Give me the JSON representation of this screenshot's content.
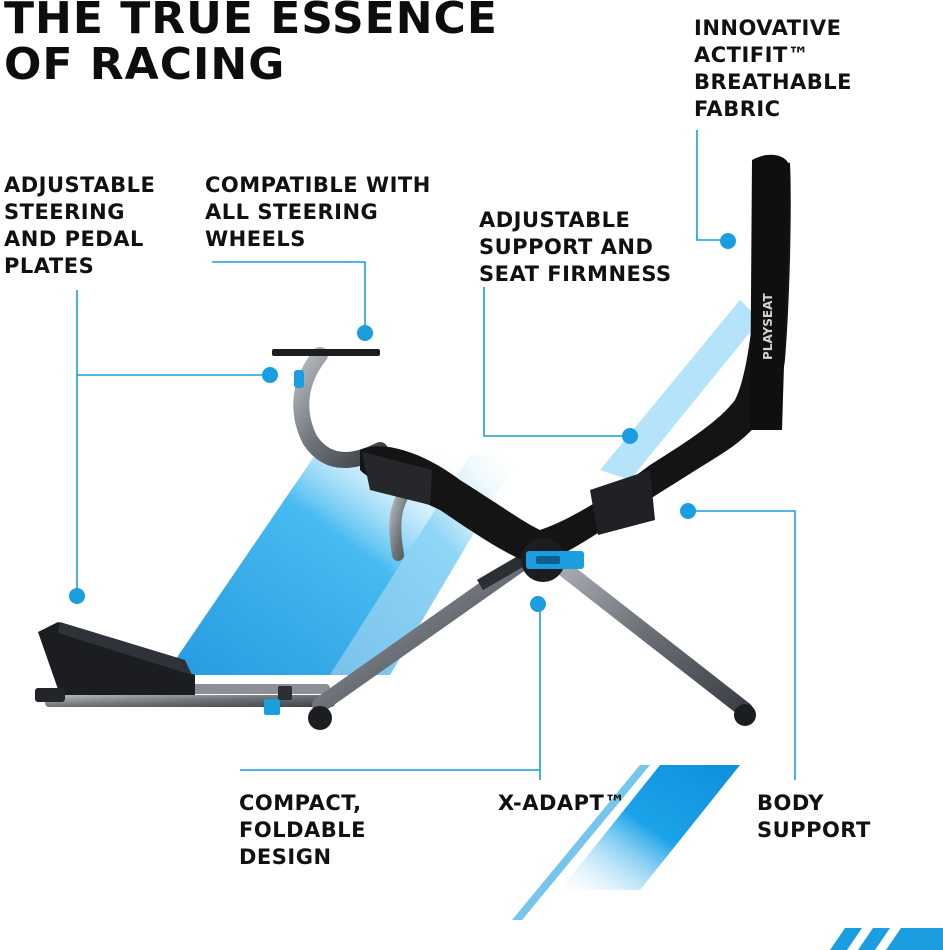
{
  "headline": [
    "THE TRUE ESSENCE",
    "OF RACING"
  ],
  "features": {
    "fabric": [
      "INNOVATIVE",
      "ACTIFIT™",
      "BREATHABLE",
      "FABRIC"
    ],
    "plates": [
      "ADJUSTABLE",
      "STEERING",
      "AND PEDAL",
      "PLATES"
    ],
    "wheels": [
      "COMPATIBLE WITH",
      "ALL STEERING",
      "WHEELS"
    ],
    "firmness": [
      "ADJUSTABLE",
      "SUPPORT AND",
      "SEAT FIRMNESS"
    ],
    "compact": [
      "COMPACT,",
      "FOLDABLE",
      "DESIGN"
    ],
    "xadapt": [
      "X-ADAPT™"
    ],
    "body": [
      "BODY",
      "SUPPORT"
    ]
  },
  "seat_logo": "PLAYSEAT",
  "colors": {
    "accent": "#1a9ee0",
    "frame": "#5a5f66",
    "fabric": "#141414",
    "text": "#111111"
  }
}
